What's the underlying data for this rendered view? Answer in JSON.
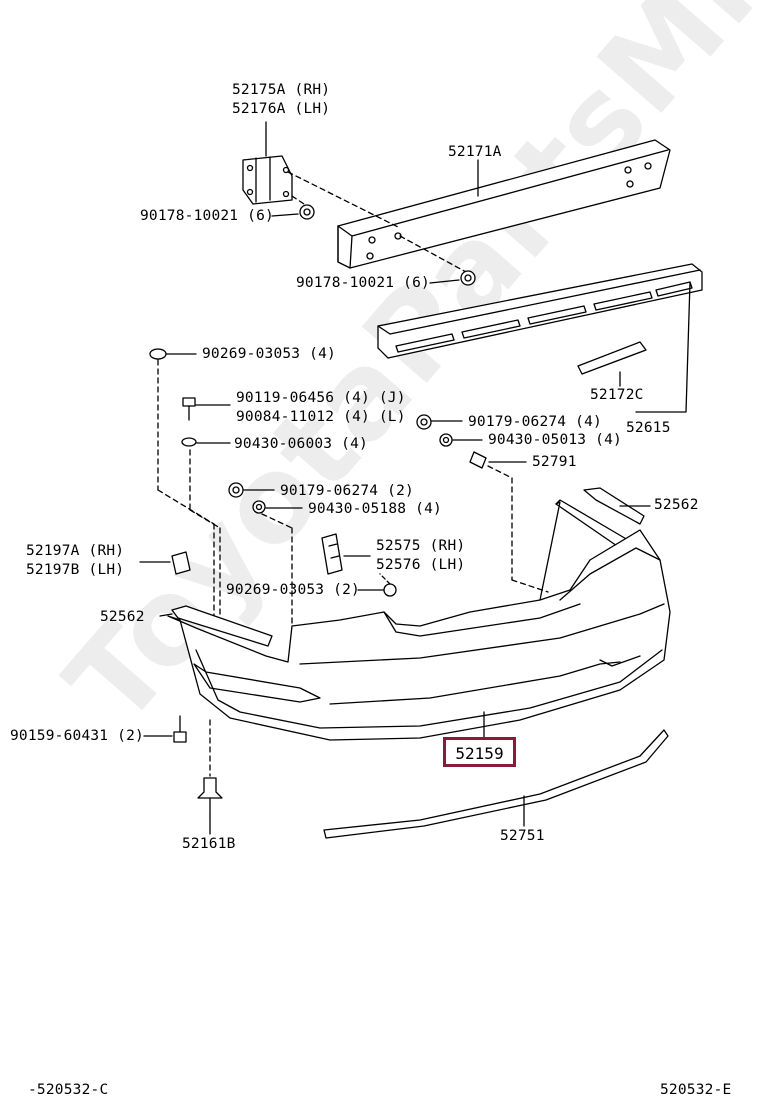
{
  "watermark": "ToyotaPartsMine.ru",
  "footer": {
    "left_code": "-520532-C",
    "right_code": "520532-E"
  },
  "highlight_part": "52159",
  "labels": {
    "p52175A": "52175A (RH)",
    "p52176A": "52176A (LH)",
    "p52171A": "52171A",
    "p90178a": "90178-10021 (6)",
    "p90178b": "90178-10021 (6)",
    "p90269a": "90269-03053 (4)",
    "p90119": "90119-06456 (4) (J)",
    "p90084": "90084-11012 (4) (L)",
    "p90430a": "90430-06003 (4)",
    "p90179a": "90179-06274 (4)",
    "p90430b": "90430-05013 (4)",
    "p52172C": "52172C",
    "p52615": "52615",
    "p52791": "52791",
    "p90179b": "90179-06274 (2)",
    "p90430c": "90430-05188 (4)",
    "p52562a": "52562",
    "p52575": "52575 (RH)",
    "p52576": "52576 (LH)",
    "p52197A": "52197A (RH)",
    "p52197B": "52197B (LH)",
    "p90269b": "90269-03053 (2)",
    "p52562b": "52562",
    "p90159": "90159-60431 (2)",
    "p52161B": "52161B",
    "p52751": "52751"
  },
  "colors": {
    "highlight": "#8b1a3a",
    "line": "#000000"
  }
}
